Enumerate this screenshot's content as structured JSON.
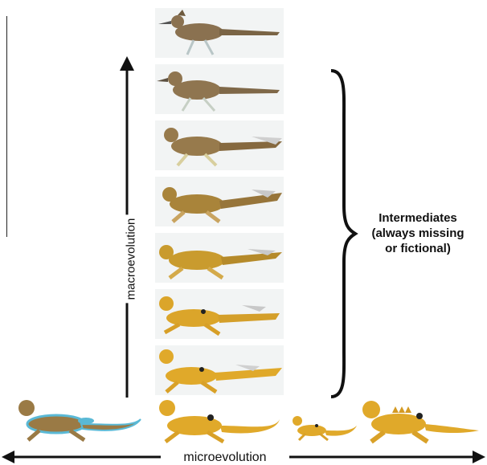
{
  "labels": {
    "macroevolution": "macroevolution",
    "microevolution": "microevolution",
    "intermediates_line1": "Intermediates",
    "intermediates_line2": "(always missing",
    "intermediates_line3": "or fictional)"
  },
  "colors": {
    "roadrunner": "#8a7150",
    "lizard_gold": "#e0a92a",
    "lizard_brown": "#9a7a45",
    "lizard_stripe": "#5ab9d6",
    "panel_bg": "#f2f4f4"
  }
}
